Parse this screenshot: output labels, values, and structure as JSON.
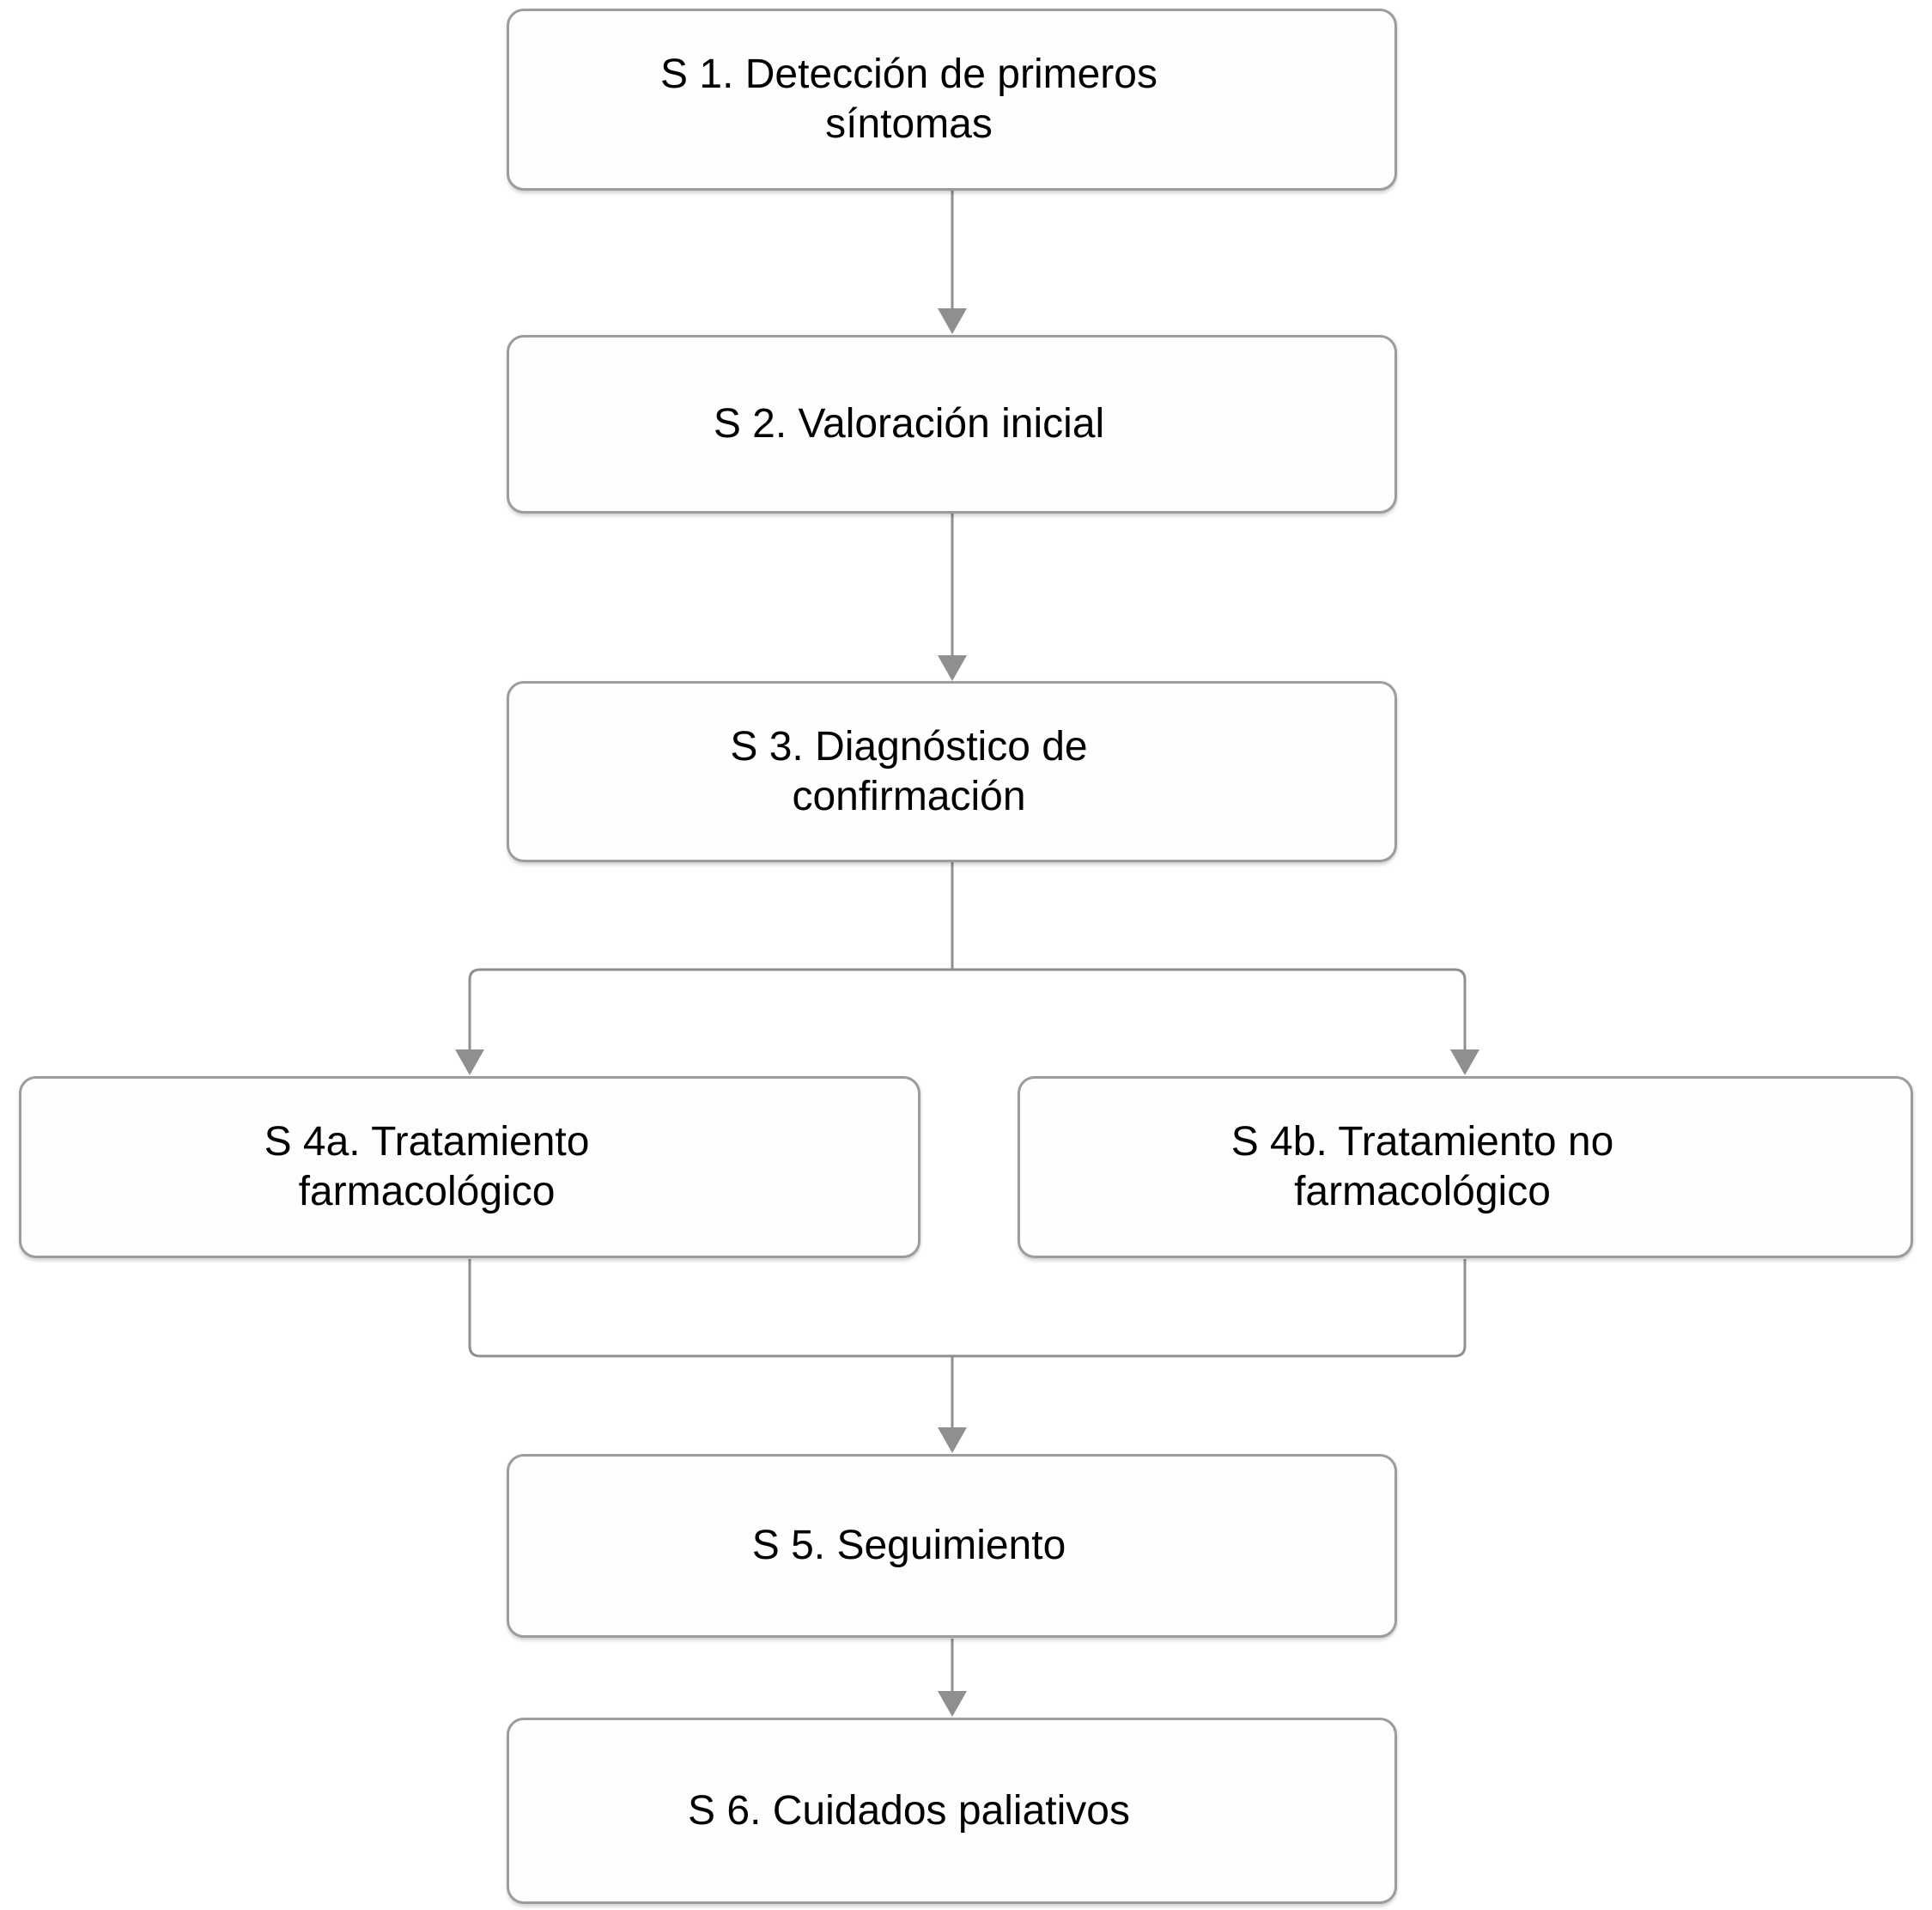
{
  "colors": {
    "background": "#ffffff",
    "node_fill": "#fefefe",
    "node_border": "#9c9c9c",
    "connector": "#8f8f8f",
    "text": "#000000"
  },
  "nodes": {
    "s1": {
      "label": "S 1. Detección de primeros\nsíntomas"
    },
    "s2": {
      "label": "S 2. Valoración inicial"
    },
    "s3": {
      "label": "S 3. Diagnóstico de\nconfirmación"
    },
    "s4a": {
      "label": "S 4a. Tratamiento\nfarmacológico"
    },
    "s4b": {
      "label": "S 4b. Tratamiento no\nfarmacológico"
    },
    "s5": {
      "label": "S 5. Seguimiento"
    },
    "s6": {
      "label": "S 6. Cuidados paliativos"
    }
  },
  "edges": [
    {
      "from": "s1",
      "to": "s2"
    },
    {
      "from": "s2",
      "to": "s3"
    },
    {
      "from": "s3",
      "to": "s4a"
    },
    {
      "from": "s3",
      "to": "s4b"
    },
    {
      "from": "s4a",
      "to": "s5"
    },
    {
      "from": "s4b",
      "to": "s5"
    },
    {
      "from": "s5",
      "to": "s6"
    }
  ]
}
